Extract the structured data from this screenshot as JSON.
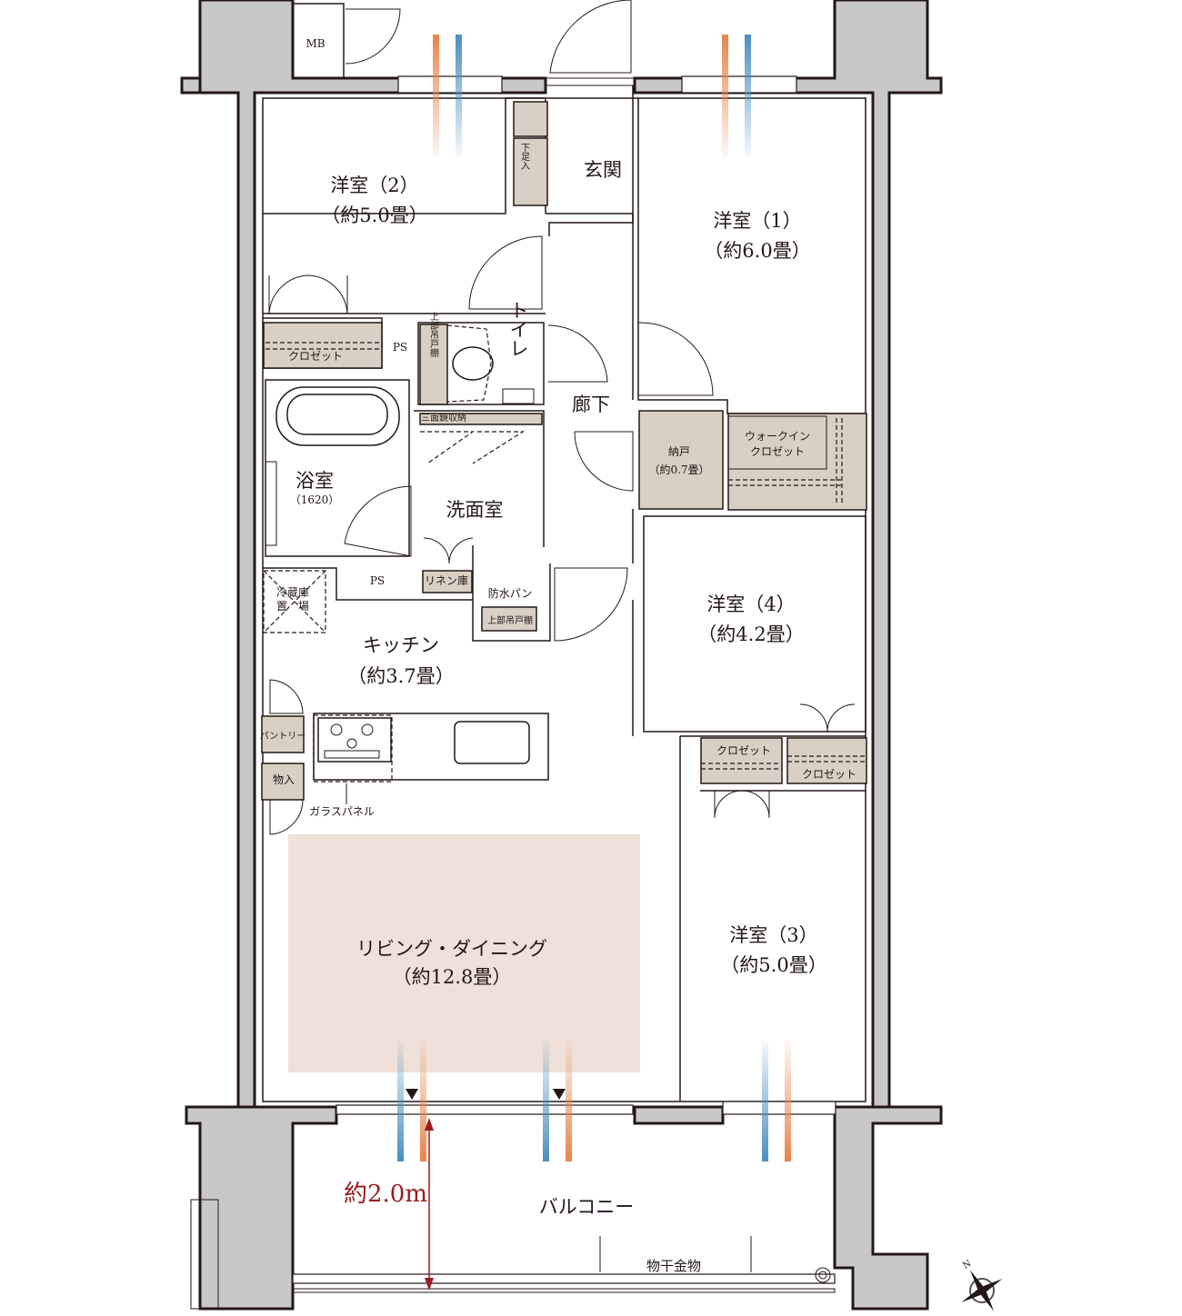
{
  "rooms": {
    "western2": {
      "name": "洋室（2）",
      "size": "（約5.0畳）"
    },
    "western1": {
      "name": "洋室（1）",
      "size": "（約6.0畳）"
    },
    "western4": {
      "name": "洋室（4）",
      "size": "（約4.2畳）"
    },
    "western3": {
      "name": "洋室（3）",
      "size": "（約5.0畳）"
    },
    "entrance": "玄関",
    "hallway": "廊下",
    "toilet": "トイレ",
    "bathroom": {
      "name": "浴室",
      "size": "（1620）"
    },
    "washroom": "洗面室",
    "kitchen": {
      "name": "キッチン",
      "size": "（約3.7畳）"
    },
    "living": {
      "name": "リビング・ダイニング",
      "size": "（約12.8畳）"
    },
    "storeroom": {
      "name": "納戸",
      "size": "（約0.7畳）"
    },
    "walkin": {
      "line1": "ウォークイン",
      "line2": "クロゼット"
    },
    "balcony": "バルコニー"
  },
  "fixtures": {
    "mb": "MB",
    "shoe_storage": "下足入",
    "closet": "クロゼット",
    "ps": "PS",
    "upper_cabinet": "上部吊戸棚",
    "mirror_storage": "三面鏡収納",
    "linen": "リネン庫",
    "waterproof_pan": "防水パン",
    "fridge": {
      "line1": "冷蔵庫",
      "line2": "置　場"
    },
    "pantry": "パントリー",
    "storage": "物入",
    "glass_panel": "ガラスパネル",
    "drying_hardware": "物干金物"
  },
  "dimension": {
    "balcony_depth": "約2.0m"
  },
  "compass": {
    "north": "N"
  },
  "colors": {
    "wall": "#c8c8c8",
    "storage": "#d8d0c4",
    "living": "#efe1da",
    "warm_air": "#e8844a",
    "cool_air": "#4a8fc0",
    "dimension": "#9b1c20"
  }
}
